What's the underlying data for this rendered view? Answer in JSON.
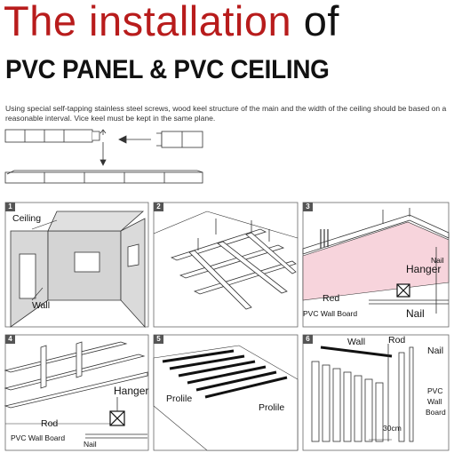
{
  "header": {
    "title_red": "The installation",
    "title_of": "of",
    "subtitle": "PVC PANEL & PVC CEILING",
    "description": "Using special self-tapping stainless steel screws, wood keel structure of the main and the width of the ceiling should be based on a reasonable interval. Vice keel must be kept in the same plane."
  },
  "steps": [
    {
      "number": "1",
      "labels": {
        "ceiling": "Ceiling",
        "wall": "Wall"
      }
    },
    {
      "number": "2",
      "labels": {}
    },
    {
      "number": "3",
      "labels": {
        "nail": "Nail",
        "hanger": "Hanger",
        "red": "Red",
        "pvc_wall_board": "PVC Wall Board",
        "nail2": "Nail"
      }
    },
    {
      "number": "4",
      "labels": {
        "hanger": "Hanger",
        "rod": "Rod",
        "pvc_wall_board": "PVC Wall Board",
        "nail": "Nail"
      }
    },
    {
      "number": "5",
      "labels": {
        "prolile1": "Prolile",
        "prolile2": "Prolile"
      }
    },
    {
      "number": "6",
      "labels": {
        "wall": "Wall",
        "rod": "Rod",
        "nail": "Nail",
        "pvc": "PVC",
        "wall2": "Wall",
        "board": "Board",
        "spacing": "30cm"
      }
    }
  ],
  "colors": {
    "title_red": "#b81c1c",
    "pink_panel": "#f7d4dc",
    "wall_gray": "#d8d8d8",
    "badge": "#555555"
  }
}
